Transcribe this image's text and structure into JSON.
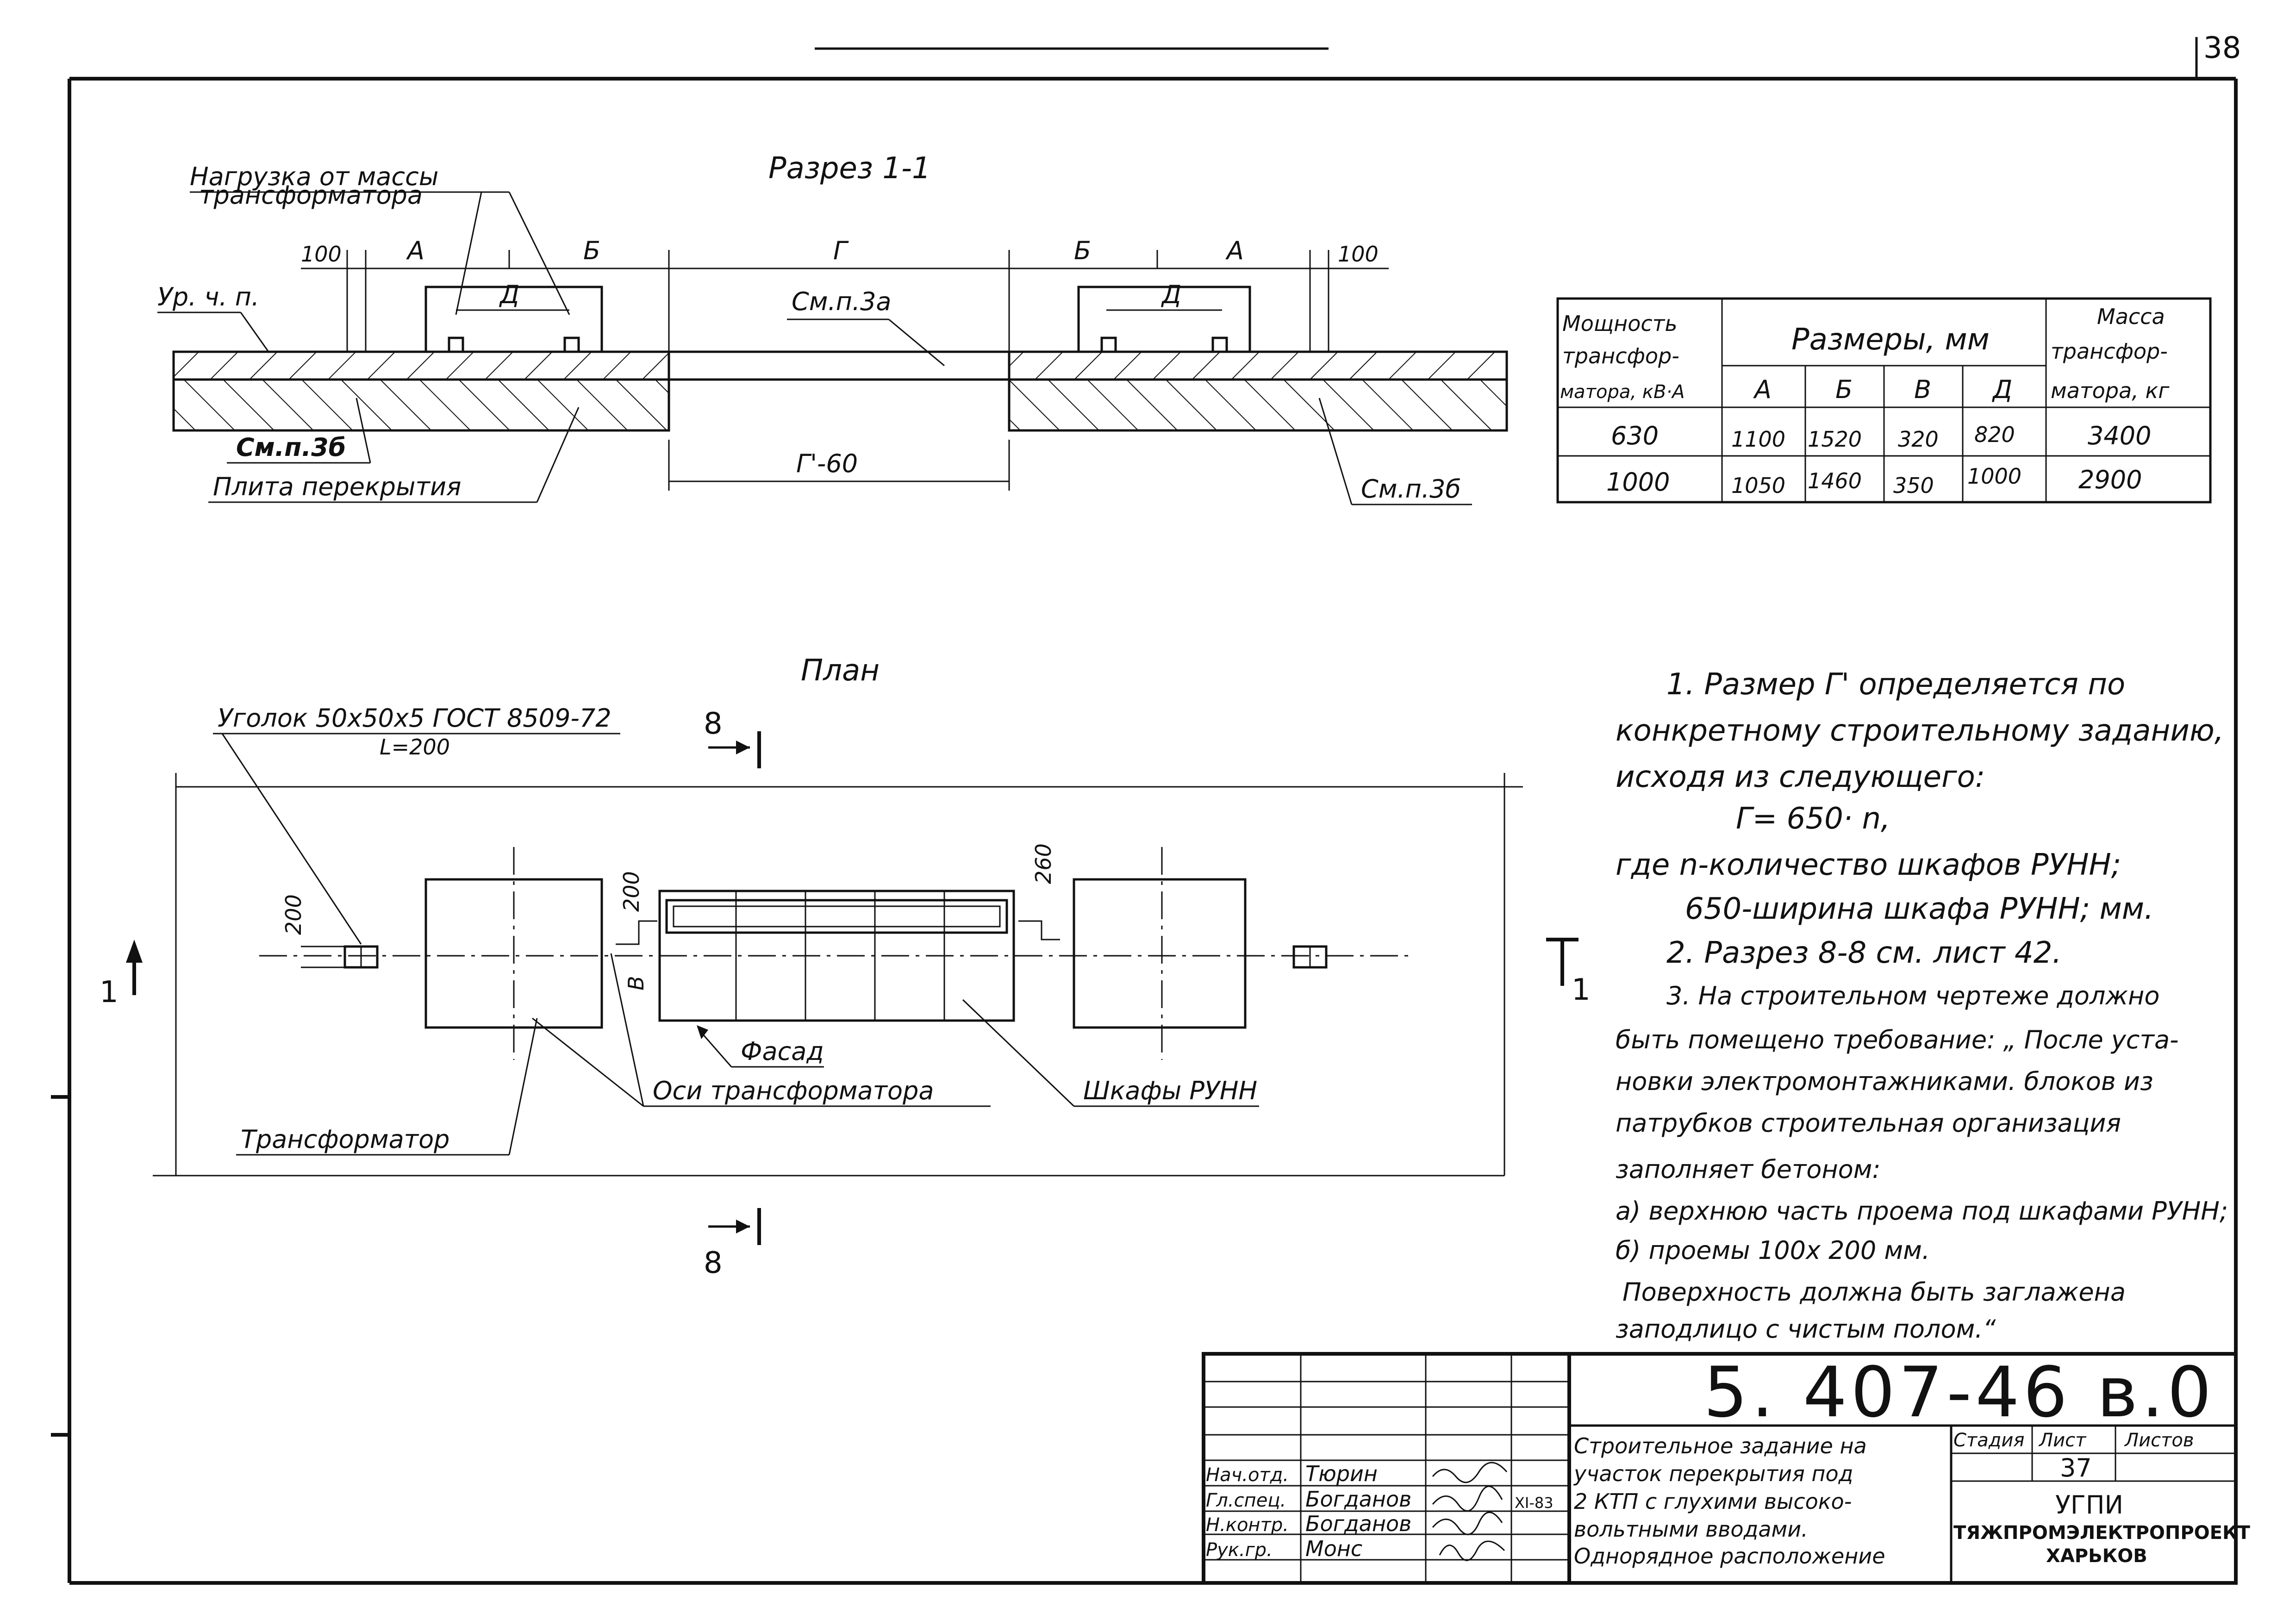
{
  "page_number": "38",
  "section": {
    "title": "Разрез 1-1",
    "load_label_line1": "Нагрузка от массы",
    "load_label_line2": "трансформатора",
    "dim_100_left": "100",
    "dim_A_left": "А",
    "dim_B_left": "Б",
    "dim_G": "Г",
    "dim_B_right": "Б",
    "dim_A_right": "А",
    "dim_100_right": "100",
    "dim_D_left": "Д",
    "dim_D_right": "Д",
    "floor_level": "Ур. ч. п.",
    "see_3a": "См.п.3а",
    "see_3b_left": "См.п.3б",
    "slab": "Плита перекрытия",
    "dim_G60": "Г'-60",
    "see_3b_right": "См.п.3б"
  },
  "table": {
    "headers": {
      "power": [
        "Мощность",
        "трансфор-",
        "матора, кВ·А"
      ],
      "sizes": "Размеры, мм",
      "mass": [
        "Масса",
        "трансфор-",
        "матора, кг"
      ],
      "cols": [
        "А",
        "Б",
        "В",
        "Д"
      ]
    },
    "rows": [
      {
        "power": "630",
        "a": "1100",
        "b": "1520",
        "v": "320",
        "d": "820",
        "mass": "3400"
      },
      {
        "power": "1000",
        "a": "1050",
        "b": "1460",
        "v": "350",
        "d": "1000",
        "mass": "2900"
      }
    ]
  },
  "plan": {
    "title": "План",
    "angle_label": "Уголок 50х50х5 ГОСТ 8509-72",
    "angle_length": "L=200",
    "section_mark_top": "8",
    "section_mark_bottom": "8",
    "section_1_left": "1",
    "section_1_right": "1",
    "dim_200_left": "200",
    "dim_200_mid": "200",
    "dim_260": "260",
    "dim_V": "В",
    "facade": "Фасад",
    "axes": "Оси трансформатора",
    "cabinets": "Шкафы РУНН",
    "transformer": "Трансформатор"
  },
  "notes": [
    "1. Размер Г' определяется по",
    "конкретному строительному заданию,",
    "исходя из следующего:",
    "Г= 650· n,",
    "где n-количество шкафов РУНН;",
    "650-ширина шкафа РУНН; мм.",
    "2. Разрез 8-8 см. лист 42.",
    "3. На строительном чертеже должно",
    "быть помещено требование: „ После уста-",
    "новки электромонтажниками. блоков из",
    "патрубков строительная организация",
    "заполняет бетоном:",
    "а) верхнюю часть проема под шкафами РУНН;",
    "б) проемы 100х 200 мм.",
    "Поверхность должна быть заглажена",
    "заподлицо с чистым полом.“"
  ],
  "title_block": {
    "code": "5. 407-46  в.0",
    "description": [
      "Строительное задание на",
      "участок перекрытия под",
      "2 КТП с глухими высоко-",
      "вольтными вводами.",
      "Однорядное расположение"
    ],
    "stage_label": "Стадия",
    "sheet_label": "Лист",
    "sheets_label": "Листов",
    "sheet_value": "37",
    "org": [
      "УГПИ",
      "ТЯЖПРОМЭЛЕКТРОПРОЕКТ",
      "ХАРЬКОВ"
    ],
    "date": "XI-83",
    "signers": [
      {
        "role": "Нач.отд.",
        "name": "Тюрин"
      },
      {
        "role": "Гл.спец.",
        "name": "Богданов"
      },
      {
        "role": "Н.контр.",
        "name": "Богданов"
      },
      {
        "role": "Рук.гр.",
        "name": "Монс"
      }
    ]
  }
}
